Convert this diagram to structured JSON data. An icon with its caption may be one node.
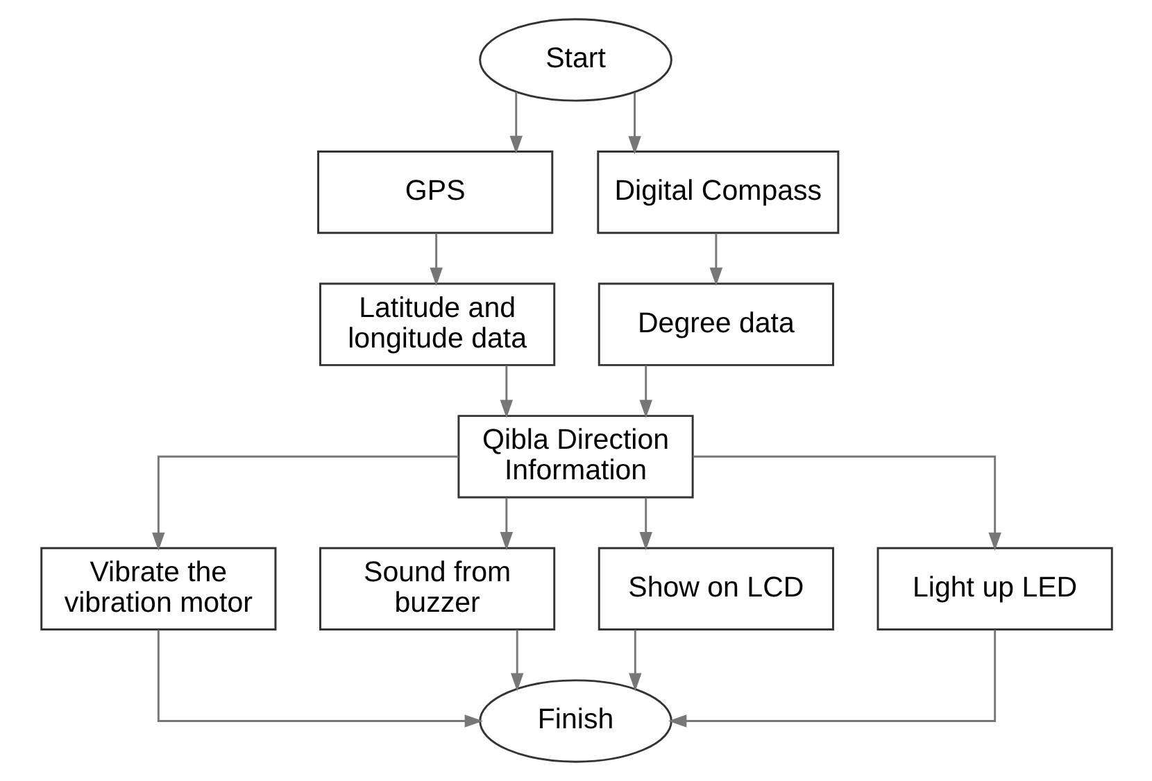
{
  "diagram": {
    "nodes": [
      {
        "text": [
          "Start"
        ]
      },
      {
        "text": [
          "GPS"
        ]
      },
      {
        "text": [
          "Digital Compass"
        ]
      },
      {
        "text": [
          "Latitude and longitude data"
        ]
      },
      {
        "text": [
          "Degree data"
        ]
      },
      {
        "text": [
          "Qibla Direction Information"
        ]
      },
      {
        "text": [
          "Vibrate the vibration motor"
        ]
      },
      {
        "text": [
          "Sound from buzzer"
        ]
      },
      {
        "text": [
          "Show on LCD"
        ]
      },
      {
        "text": [
          "Light up LED"
        ]
      },
      {
        "text": [
          "Finish"
        ]
      }
    ],
    "edges": [
      {
        "from": 0,
        "to": 1,
        "arrow": "to"
      },
      {
        "from": 0,
        "to": 2,
        "arrow": "to"
      },
      {
        "from": 1,
        "to": 3,
        "arrow": "to"
      },
      {
        "from": 2,
        "to": 4,
        "arrow": "to"
      },
      {
        "from": 3,
        "to": 5,
        "arrow": "to"
      },
      {
        "from": 4,
        "to": 5,
        "arrow": "to"
      },
      {
        "from": 5,
        "to": 6,
        "arrow": "to"
      },
      {
        "from": 5,
        "to": 7,
        "arrow": "to"
      },
      {
        "from": 5,
        "to": 8,
        "arrow": "to"
      },
      {
        "from": 5,
        "to": 9,
        "arrow": "to"
      },
      {
        "from": 6,
        "to": 10,
        "arrow": "to"
      },
      {
        "from": 7,
        "to": 10,
        "arrow": "to"
      },
      {
        "from": 8,
        "to": 10,
        "arrow": "to"
      },
      {
        "from": 9,
        "to": 10,
        "arrow": "to"
      }
    ]
  }
}
